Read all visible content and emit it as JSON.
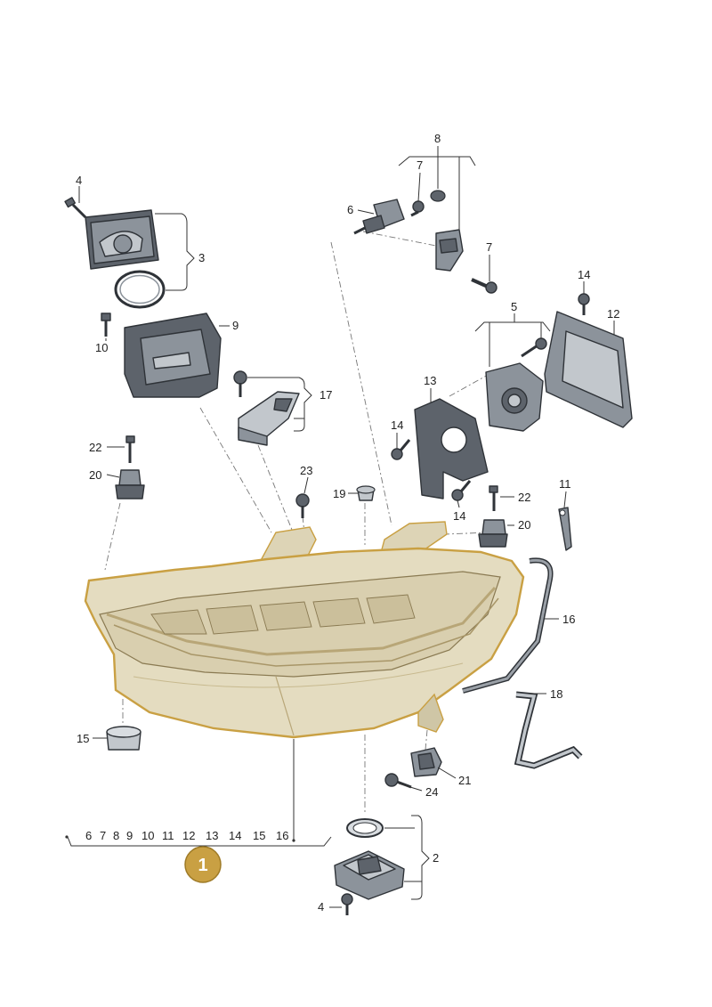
{
  "labels": {
    "p1": "1",
    "p2": "2",
    "p3": "3",
    "p4a": "4",
    "p4b": "4",
    "p5": "5",
    "p6": "6",
    "p7a": "7",
    "p7b": "7",
    "p8": "8",
    "p9": "9",
    "p10": "10",
    "p11": "11",
    "p12": "12",
    "p13": "13",
    "p14a": "14",
    "p14b": "14",
    "p14c": "14",
    "p15": "15",
    "p16": "16",
    "p17": "17",
    "p18": "18",
    "p19": "19",
    "p20a": "20",
    "p20b": "20",
    "p21": "21",
    "p22a": "22",
    "p22b": "22",
    "p23": "23",
    "p24": "24"
  },
  "assembly_list": [
    "6",
    "7",
    "8",
    "9",
    "10",
    "11",
    "12",
    "13",
    "14",
    "15",
    "16"
  ],
  "colors": {
    "badge": "#c9a043",
    "housing": "#e4dcc0",
    "housing_outline": "#c9a043",
    "part_dark": "#5d636b"
  }
}
